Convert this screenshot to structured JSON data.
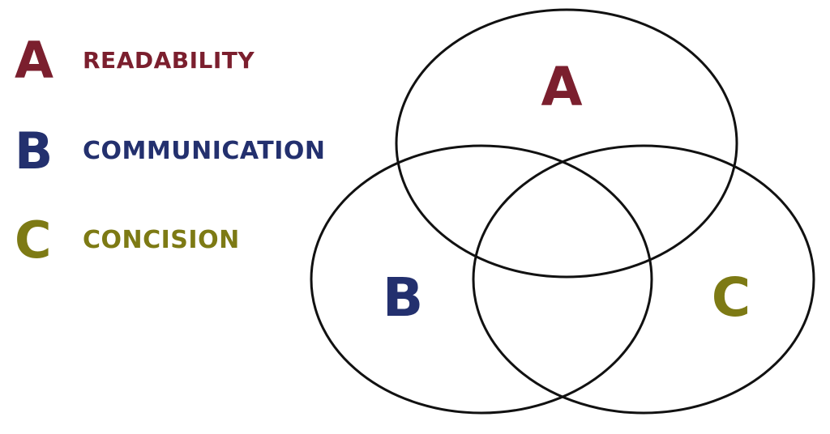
{
  "legend": {
    "items": [
      {
        "key": "A",
        "term": "Readability",
        "color": "#7b1f2e"
      },
      {
        "key": "B",
        "term": "Communication",
        "color": "#23306e"
      },
      {
        "key": "C",
        "term": "Concision",
        "color": "#7d7a14"
      }
    ]
  },
  "venn": {
    "circles": [
      {
        "label": "A",
        "color": "#7b1f2e"
      },
      {
        "label": "B",
        "color": "#23306e"
      },
      {
        "label": "C",
        "color": "#7d7a14"
      }
    ]
  }
}
